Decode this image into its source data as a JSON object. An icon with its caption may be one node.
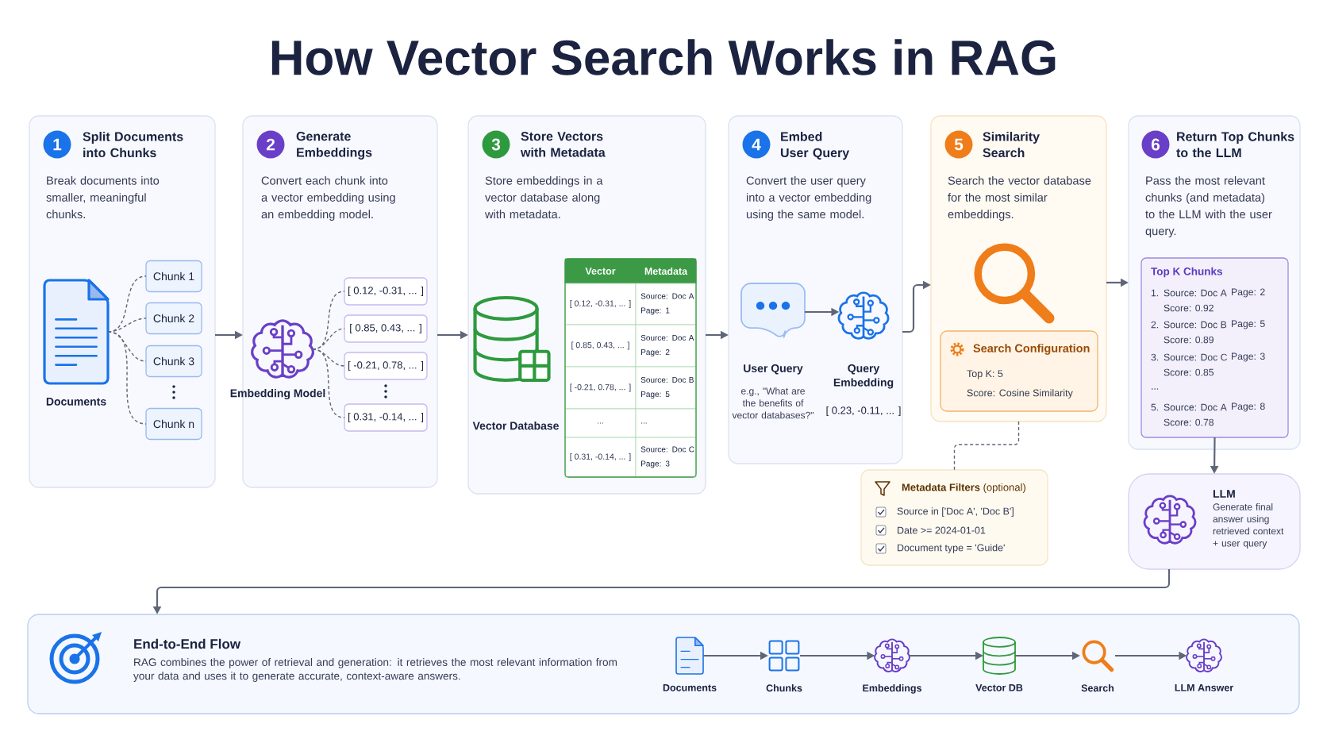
{
  "diagram": {
    "title": "How Vector Search Works in RAG",
    "nodes": [
      {
        "text": [
          "Split Documents into Chunks",
          "Break documents into smaller, meaningful chunks."
        ]
      },
      {
        "text": [
          "1"
        ],
        "in": 0
      },
      {
        "text": [],
        "shape": "document",
        "in": 0,
        "beside": [
          "Documents"
        ]
      },
      {
        "text": [
          "Chunk 1"
        ],
        "in": 0
      },
      {
        "text": [
          "Chunk 2"
        ],
        "in": 0
      },
      {
        "text": [
          "Chunk 3"
        ],
        "in": 0
      },
      {
        "text": [
          "Chunk n"
        ],
        "in": 0
      },
      {
        "text": [
          "Generate Embeddings",
          "Convert each chunk into a vector embedding using an embedding model."
        ]
      },
      {
        "text": [
          "2"
        ],
        "in": 7
      },
      {
        "text": [],
        "shape": "brain",
        "in": 7,
        "beside": [
          "Embedding Model"
        ]
      },
      {
        "text": [
          "[ 0.12, -0.31, ... ]"
        ],
        "in": 7
      },
      {
        "text": [
          "[ 0.85, 0.43, ... ]"
        ],
        "in": 7
      },
      {
        "text": [
          "[ -0.21, 0.78, ... ]"
        ],
        "in": 7
      },
      {
        "text": [
          "[ 0.31, -0.14, ... ]"
        ],
        "in": 7
      },
      {
        "text": [
          "Store Vectors with Metadata",
          "Store embeddings in a vector database along with metadata."
        ]
      },
      {
        "text": [
          "3"
        ],
        "in": 14
      },
      {
        "text": [],
        "shape": "cylinder",
        "in": 14,
        "beside": [
          "Vector Database"
        ]
      },
      {
        "text": [
          "Embed User Query",
          "Convert the user query into a vector embedding using the same model."
        ]
      },
      {
        "text": [
          "4"
        ],
        "in": 17
      },
      {
        "text": [],
        "shape": "bubble",
        "in": 17,
        "beside": [
          "User Query",
          "e.g., \"What are the benefits of vector databases?\""
        ]
      },
      {
        "text": [],
        "shape": "brain",
        "in": 17,
        "beside": [
          "Query Embedding",
          "[ 0.23, -0.11, ... ]"
        ]
      },
      {
        "text": [
          "Similarity Search",
          "Search the vector database for the most similar embeddings."
        ]
      },
      {
        "text": [
          "5"
        ],
        "in": 21
      },
      {
        "text": [
          "Search Configuration",
          "Top K: 5",
          "Score: Cosine Similarity"
        ],
        "in": 21
      },
      {
        "text": [
          "Return Top Chunks to the LLM",
          "Pass the most relevant chunks (and metadata) to the LLM with the user query."
        ]
      },
      {
        "text": [
          "6"
        ],
        "in": 24
      },
      {
        "text": [
          "Top K Chunks",
          "1.",
          "Source: Doc A",
          "Page: 2",
          "Score: 0.92",
          "2.",
          "Source: Doc B",
          "Page: 5",
          "Score: 0.89",
          "3.",
          "Source: Doc C",
          "Page: 3",
          "Score: 0.85",
          "...",
          "5.",
          "Source: Doc A",
          "Page: 8",
          "Score: 0.78"
        ],
        "in": 24
      },
      {
        "text": [
          "**Metadata Filters** (optional)",
          "Source in ['Doc A', 'Doc B']",
          "Date >= 2024-01-01",
          "Document type = 'Guide'"
        ]
      },
      {
        "text": [
          "LLM",
          "Generate final answer using retrieved context + user query"
        ]
      },
      {
        "text": [
          "End-to-End Flow",
          "RAG combines the power of retrieval and generation: it retrieves the most relevant information from your data and uses it to generate accurate, context-aware answers."
        ]
      },
      {
        "text": [],
        "shape": "document",
        "in": 29,
        "beside": [
          "Documents"
        ]
      },
      {
        "text": [],
        "shape": "grid",
        "in": 29,
        "beside": [
          "Chunks"
        ]
      },
      {
        "text": [],
        "shape": "brain",
        "in": 29,
        "beside": [
          "Embeddings"
        ]
      },
      {
        "text": [],
        "shape": "cylinder",
        "in": 29,
        "beside": [
          "Vector DB"
        ]
      },
      {
        "text": [],
        "shape": "magnifier",
        "in": 29,
        "beside": [
          "Search"
        ]
      },
      {
        "text": [],
        "shape": "brain",
        "in": 29,
        "beside": [
          "LLM Answer"
        ]
      }
    ],
    "edges": [
      {
        "from": 2,
        "to": 3,
        "arrow": "none",
        "style": "dashed"
      },
      {
        "from": 2,
        "to": 4,
        "arrow": "none",
        "style": "dashed"
      },
      {
        "from": 2,
        "to": 5,
        "arrow": "none",
        "style": "dashed"
      },
      {
        "from": 2,
        "to": 6,
        "arrow": "none",
        "style": "dashed"
      },
      {
        "from": 0,
        "to": 7,
        "arrow": "to"
      },
      {
        "from": 9,
        "to": 10,
        "arrow": "none",
        "style": "dashed"
      },
      {
        "from": 9,
        "to": 11,
        "arrow": "none",
        "style": "dashed"
      },
      {
        "from": 9,
        "to": 12,
        "arrow": "none",
        "style": "dashed"
      },
      {
        "from": 9,
        "to": 13,
        "arrow": "none",
        "style": "dashed"
      },
      {
        "from": 7,
        "to": 14,
        "arrow": "to"
      },
      {
        "from": 14,
        "to": 17,
        "arrow": "to"
      },
      {
        "from": 19,
        "to": 20,
        "arrow": "to"
      },
      {
        "from": 17,
        "to": 21,
        "arrow": "to"
      },
      {
        "from": 21,
        "to": 24,
        "arrow": "to"
      },
      {
        "from": 21,
        "to": 27,
        "arrow": "none",
        "style": "dashed"
      },
      {
        "from": 26,
        "to": 28,
        "arrow": "to"
      },
      {
        "from": 28,
        "to": 29,
        "arrow": "to"
      },
      {
        "from": 30,
        "to": 31,
        "arrow": "to"
      },
      {
        "from": 31,
        "to": 32,
        "arrow": "to"
      },
      {
        "from": 32,
        "to": 33,
        "arrow": "to"
      },
      {
        "from": 33,
        "to": 34,
        "arrow": "to"
      },
      {
        "from": 34,
        "to": 35,
        "arrow": "to"
      }
    ],
    "labels": [
      "Vector",
      "Metadata",
      "[ 0.12, -0.31, ... ]",
      "Source: Doc A Page: 1",
      "[ 0.85, 0.43, ... ]",
      "Source: Doc A Page: 2",
      "[ -0.21, 0.78, ... ]",
      "Source: Doc B Page: 5",
      "...",
      "...",
      "[ 0.31, -0.14, ... ]",
      "Source: Doc C Page: 3"
    ]
  }
}
